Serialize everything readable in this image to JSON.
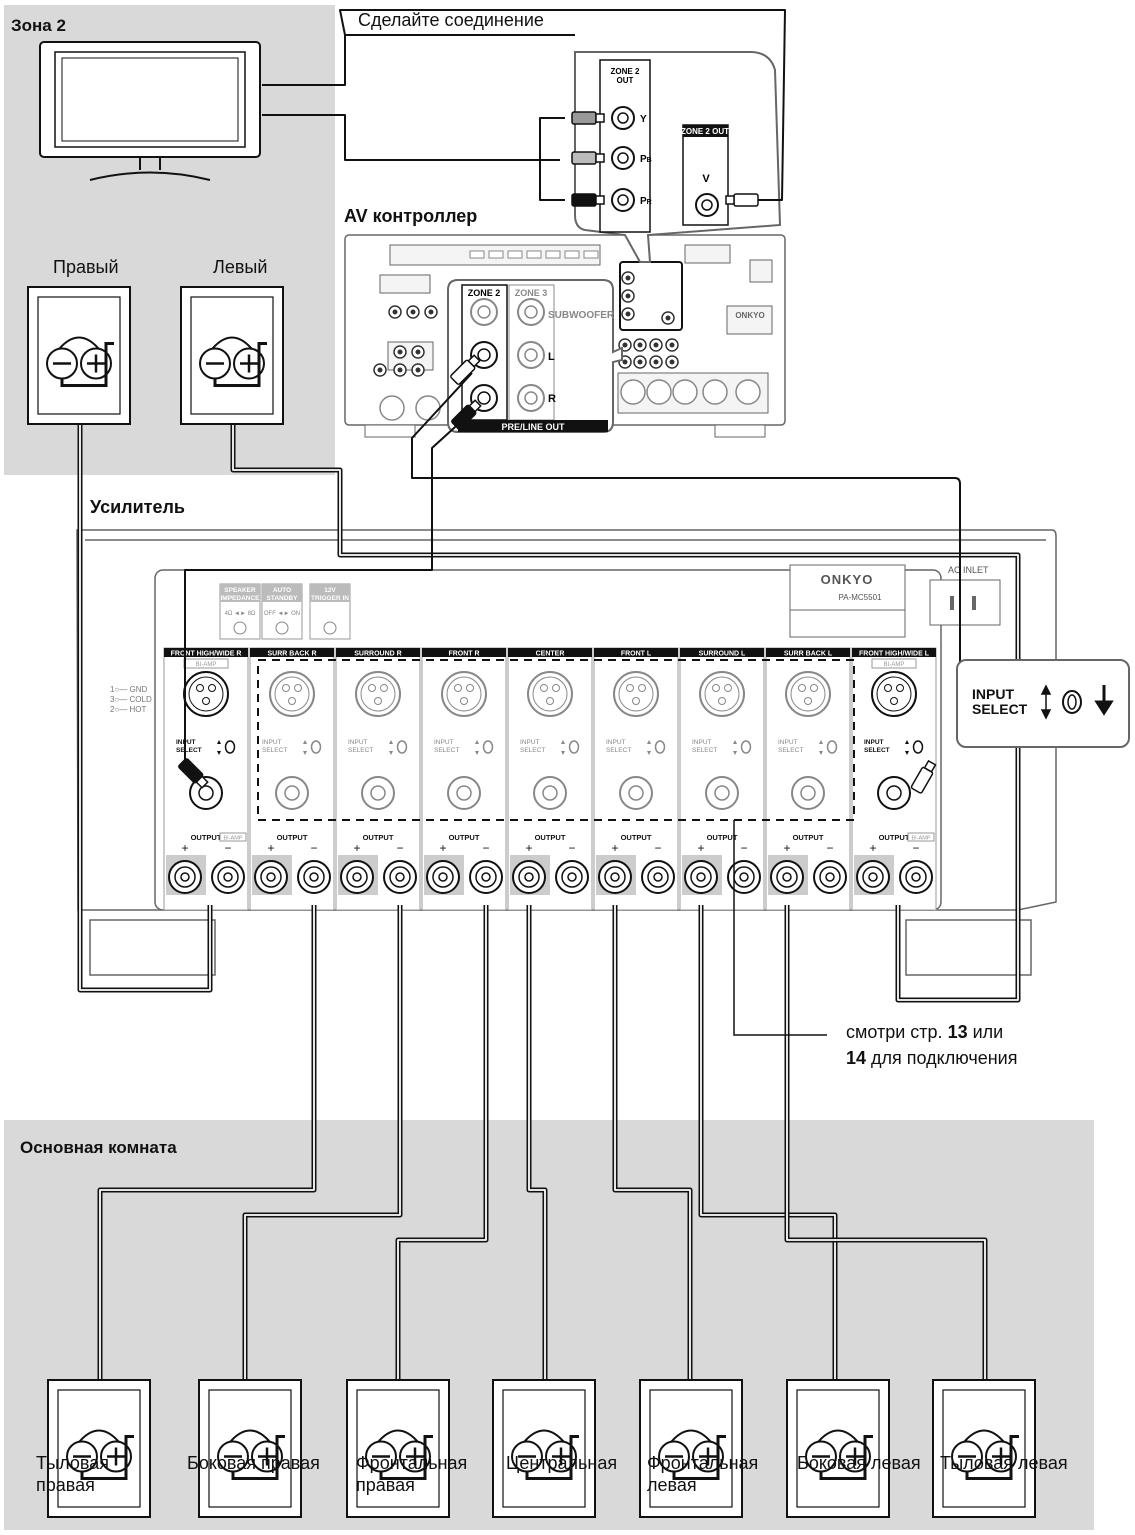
{
  "zones": {
    "zone2": "Зона 2",
    "main_room": "Основная комната"
  },
  "headings": {
    "make_connection": "Сделайте соединение",
    "av_controller": "AV контроллер",
    "amplifier": "Усилитель"
  },
  "zone2_speakers": {
    "right": "Правый",
    "left": "Левый"
  },
  "zone2_outputs": {
    "component_label": "ZONE 2\nOUT",
    "component_jacks": [
      "Y",
      "PB",
      "PR"
    ],
    "composite_label": "ZONE 2 OUT",
    "composite_jack": "V"
  },
  "controller_panel": {
    "zone2": "ZONE 2",
    "zone3": "ZONE 3",
    "subwoofer": "SUBWOOFER",
    "l": "L",
    "r": "R",
    "pre_line_out": "PRE/LINE OUT",
    "brand": "ONKYO"
  },
  "amplifier_panel": {
    "brand": "ONKYO",
    "model": "PA-MC5501",
    "ac_inlet": "AC INLET",
    "switches": [
      {
        "title": "SPEAKER IMPEDANCE",
        "value": "4Ω ◄► 8Ω"
      },
      {
        "title": "AUTO STANDBY",
        "value": "OFF ◄► ON"
      },
      {
        "title": "12V TRIGGER IN",
        "value": ""
      }
    ],
    "channels": [
      "FRONT HIGH/WIDE R",
      "SURR BACK R",
      "SURROUND R",
      "FRONT R",
      "CENTER",
      "FRONT L",
      "SURROUND L",
      "SURR BACK L",
      "FRONT HIGH/WIDE L"
    ],
    "bi_amp": "BI-AMP",
    "input_select": "INPUT\nSELECT",
    "output": "OUTPUT",
    "plus": "+",
    "minus": "−"
  },
  "callout": {
    "input_select": "INPUT\nSELECT"
  },
  "note": {
    "text_1": "смотри стр. ",
    "page_1": "13",
    "text_2": " или",
    "page_2": "14",
    "text_3": " для подключения"
  },
  "main_speakers": [
    {
      "name": "Тыловая правая"
    },
    {
      "name": "Боковая правая"
    },
    {
      "name": "Фронтальная правая"
    },
    {
      "name": "Центральная"
    },
    {
      "name": "Фронтальная левая"
    },
    {
      "name": "Боковая левая"
    },
    {
      "name": "Тыловая левая"
    }
  ],
  "colors": {
    "zone_fill": "#d9d9d9",
    "line": "#111111",
    "panel": "#666666"
  }
}
